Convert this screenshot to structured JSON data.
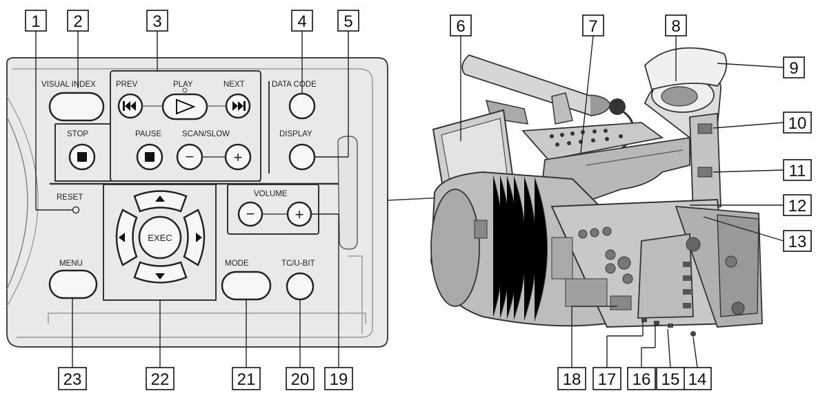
{
  "panel": {
    "visual_index": "VISUAL INDEX",
    "prev": "PREV",
    "play": "PLAY",
    "next": "NEXT",
    "stop": "STOP",
    "pause": "PAUSE",
    "scan_slow": "SCAN/SLOW",
    "data_code": "DATA CODE",
    "display": "DISPLAY",
    "reset": "RESET",
    "volume": "VOLUME",
    "exec": "EXEC",
    "menu": "MENU",
    "mode": "MODE",
    "tc_ubit": "TC/U-BIT",
    "minus": "−",
    "plus": "+"
  },
  "callouts": [
    "1",
    "2",
    "3",
    "4",
    "5",
    "6",
    "7",
    "8",
    "9",
    "10",
    "11",
    "12",
    "13",
    "14",
    "15",
    "16",
    "17",
    "18",
    "19",
    "20",
    "21",
    "22",
    "23"
  ]
}
